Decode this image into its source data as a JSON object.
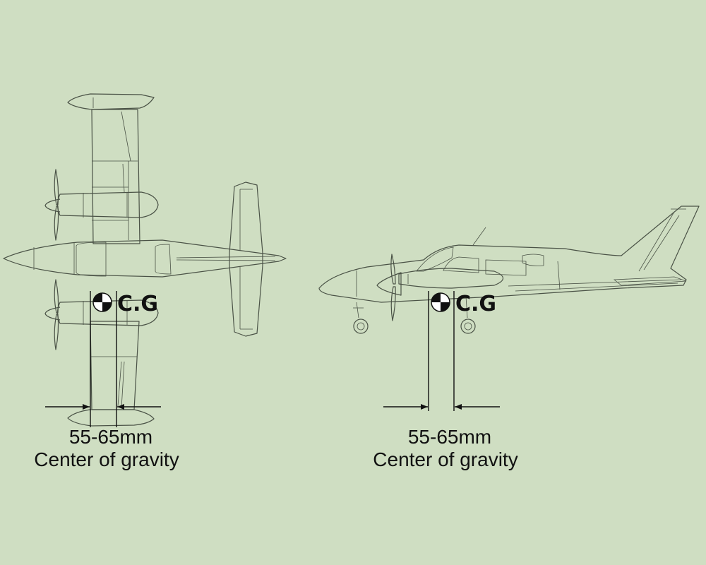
{
  "top_view": {
    "cg_label": "C.G",
    "range_label": "55-65mm",
    "caption": "Center of gravity"
  },
  "side_view": {
    "cg_label": "C.G",
    "range_label": "55-65mm",
    "caption": "Center of gravity"
  },
  "colors": {
    "background": "#cfdec2",
    "line": "#4a5246",
    "ink": "#111111"
  }
}
